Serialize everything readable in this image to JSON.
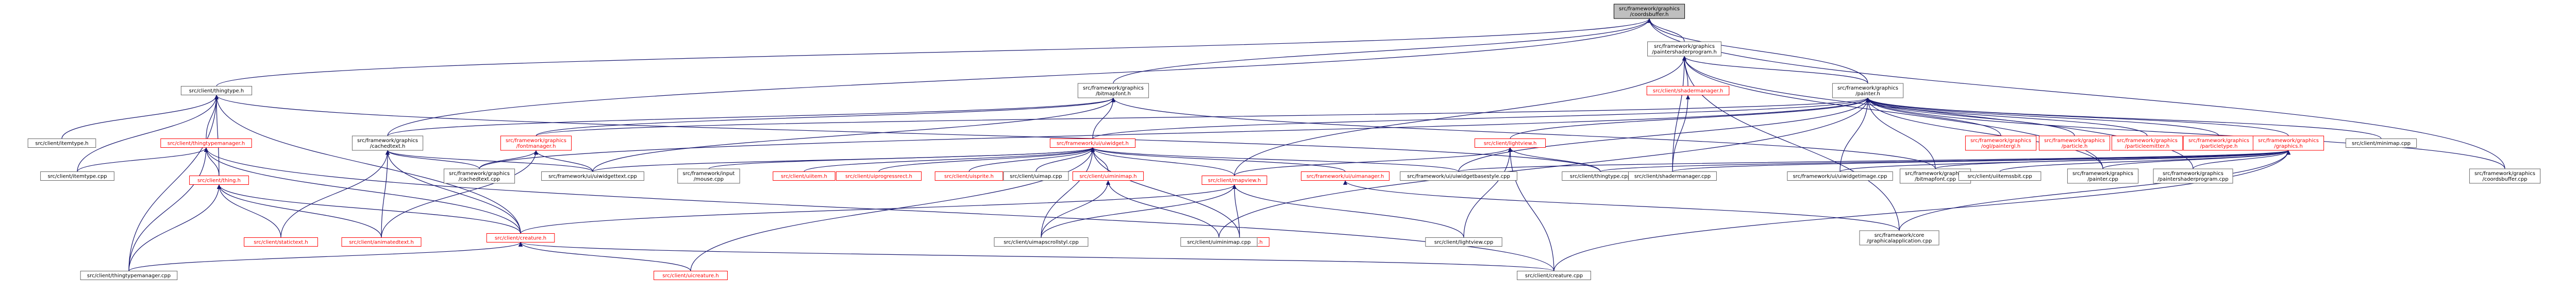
{
  "graph": {
    "root": "root",
    "nodes": [
      {
        "id": "root",
        "lines": [
          "src/framework/graphics",
          "/coordsbuffer.h"
        ],
        "red": false
      },
      {
        "id": "painterprog",
        "lines": [
          "src/framework/graphics",
          "/paintershaderprogram.h"
        ],
        "red": false
      },
      {
        "id": "thingtype_h",
        "lines": [
          "src/client/thingtype.h"
        ],
        "red": false
      },
      {
        "id": "bitmapfont_h",
        "lines": [
          "src/framework/graphics",
          "/bitmapfont.h"
        ],
        "red": false
      },
      {
        "id": "shadermanager_h",
        "lines": [
          "src/client/shadermanager.h"
        ],
        "red": true
      },
      {
        "id": "painter_h",
        "lines": [
          "src/framework/graphics",
          "/painter.h"
        ],
        "red": false
      },
      {
        "id": "cachedtext_h",
        "lines": [
          "src/framework/graphics",
          "/cachedtext.h"
        ],
        "red": false
      },
      {
        "id": "fontmanager_h",
        "lines": [
          "src/framework/graphics",
          "/fontmanager.h"
        ],
        "red": true
      },
      {
        "id": "uiwidget_h",
        "lines": [
          "src/framework/ui/uiwidget.h"
        ],
        "red": true
      },
      {
        "id": "lightview_h",
        "lines": [
          "src/client/lightview.h"
        ],
        "red": true
      },
      {
        "id": "paintergl_h",
        "lines": [
          "src/framework/graphics",
          "/ogl/paintergl.h"
        ],
        "red": true
      },
      {
        "id": "particle_h",
        "lines": [
          "src/framework/graphics",
          "/particle.h"
        ],
        "red": true
      },
      {
        "id": "particleemitter_h",
        "lines": [
          "src/framework/graphics",
          "/particleemitter.h"
        ],
        "red": true
      },
      {
        "id": "particletype_h",
        "lines": [
          "src/framework/graphics",
          "/particletype.h"
        ],
        "red": true
      },
      {
        "id": "graphics_h",
        "lines": [
          "src/framework/graphics",
          "/graphics.h"
        ],
        "red": true
      },
      {
        "id": "minimap_cpp",
        "lines": [
          "src/client/minimap.cpp"
        ],
        "red": false
      },
      {
        "id": "coordsbuffer_cpp",
        "lines": [
          "src/framework/graphics",
          "/coordsbuffer.cpp"
        ],
        "red": false
      },
      {
        "id": "itemtype_h",
        "lines": [
          "src/client/itemtype.h"
        ],
        "red": false
      },
      {
        "id": "thingtypemanager_h",
        "lines": [
          "src/client/thingtypemanager.h"
        ],
        "red": true
      },
      {
        "id": "thing_h",
        "lines": [
          "src/client/thing.h"
        ],
        "red": true
      },
      {
        "id": "itemtype_cpp",
        "lines": [
          "src/client/itemtype.cpp"
        ],
        "red": false
      },
      {
        "id": "cachedtext_cpp",
        "lines": [
          "src/framework/graphics",
          "/cachedtext.cpp"
        ],
        "red": false
      },
      {
        "id": "uiwidgettext_cpp",
        "lines": [
          "src/framework/ui/uiwidgettext.cpp"
        ],
        "red": false
      },
      {
        "id": "mouse_cpp",
        "lines": [
          "src/framework/input",
          "/mouse.cpp"
        ],
        "red": false
      },
      {
        "id": "uiitem_h",
        "lines": [
          "src/client/uiitem.h"
        ],
        "red": true
      },
      {
        "id": "uiprogressrect_h",
        "lines": [
          "src/client/uiprogressrect.h"
        ],
        "red": true
      },
      {
        "id": "uisprite_h",
        "lines": [
          "src/client/uisprite.h"
        ],
        "red": true
      },
      {
        "id": "uimapcpp",
        "lines": [
          "src/client/uimap.cpp"
        ],
        "red": false
      },
      {
        "id": "uiminimap_h",
        "lines": [
          "src/client/uiminimap.h"
        ],
        "red": true
      },
      {
        "id": "mapview_h",
        "lines": [
          "src/client/mapview.h"
        ],
        "red": true
      },
      {
        "id": "uimanager_h",
        "lines": [
          "src/framework/ui/uimanager.h"
        ],
        "red": true
      },
      {
        "id": "uiwidgetbasestyle_cpp",
        "lines": [
          "src/framework/ui/uiwidgetbasestyle.cpp"
        ],
        "red": false
      },
      {
        "id": "thingtype_cpp",
        "lines": [
          "src/client/thingtype.cpp"
        ],
        "red": false
      },
      {
        "id": "shadermanager_cpp",
        "lines": [
          "src/client/shadermanager.cpp"
        ],
        "red": false
      },
      {
        "id": "uiwidgetimage_cpp",
        "lines": [
          "src/framework/ui/uiwidgetimage.cpp"
        ],
        "red": false
      },
      {
        "id": "bitmapfont_cpp",
        "lines": [
          "src/framework/graphics",
          "/bitmapfont.cpp"
        ],
        "red": false
      },
      {
        "id": "uiitemssbit_cpp",
        "lines": [
          "src/client/uiitemssbit.cpp"
        ],
        "red": false
      },
      {
        "id": "painter_cpp",
        "lines": [
          "src/framework/graphics",
          "/painter.cpp"
        ],
        "red": false
      },
      {
        "id": "paintershaderprogram_cpp",
        "lines": [
          "src/framework/graphics",
          "/paintershaderprogram.cpp"
        ],
        "red": false
      },
      {
        "id": "statictext_h",
        "lines": [
          "src/client/statictext.h"
        ],
        "red": true
      },
      {
        "id": "animatedtext_h",
        "lines": [
          "src/client/animatedtext.h"
        ],
        "red": true
      },
      {
        "id": "creature_h",
        "lines": [
          "src/client/creature.h"
        ],
        "red": true
      },
      {
        "id": "uimap_h",
        "lines": [
          "src/client/uimap.h"
        ],
        "red": true
      },
      {
        "id": "uimapscrollstyl_cpp",
        "lines": [
          "src/client/uimapscrollstyl.cpp"
        ],
        "red": false
      },
      {
        "id": "uiminimap_cpp",
        "lines": [
          "src/client/uiminimap.cpp"
        ],
        "red": false
      },
      {
        "id": "lightview_cpp",
        "lines": [
          "src/client/lightview.cpp"
        ],
        "red": false
      },
      {
        "id": "graphicsapplication_cpp",
        "lines": [
          "src/framework/core",
          "/graphicalapplication.cpp"
        ],
        "red": false
      },
      {
        "id": "thingtypemanager_cpp",
        "lines": [
          "src/client/thingtypemanager.cpp"
        ],
        "red": false
      },
      {
        "id": "uicreature_h",
        "lines": [
          "src/client/uicreature.h"
        ],
        "red": true
      },
      {
        "id": "creature_cpp",
        "lines": [
          "src/client/creature.cpp"
        ],
        "red": false
      }
    ],
    "edges": [
      [
        "painterprog",
        "root"
      ],
      [
        "thingtype_h",
        "root"
      ],
      [
        "bitmapfont_h",
        "root"
      ],
      [
        "painter_h",
        "root"
      ],
      [
        "cachedtext_h",
        "root"
      ],
      [
        "coordsbuffer_cpp",
        "root"
      ],
      [
        "shadermanager_h",
        "painterprog"
      ],
      [
        "painter_h",
        "painterprog"
      ],
      [
        "paintershaderprogram_cpp",
        "painterprog"
      ],
      [
        "painter_cpp",
        "painterprog"
      ],
      [
        "mapview_h",
        "painterprog"
      ],
      [
        "shadermanager_cpp",
        "painterprog"
      ],
      [
        "graphicsapplication_cpp",
        "painterprog"
      ],
      [
        "cachedtext_h",
        "bitmapfont_h"
      ],
      [
        "fontmanager_h",
        "bitmapfont_h"
      ],
      [
        "uiwidget_h",
        "bitmapfont_h"
      ],
      [
        "bitmapfont_cpp",
        "bitmapfont_h"
      ],
      [
        "uiwidgettext_cpp",
        "bitmapfont_h"
      ],
      [
        "itemtype_h",
        "thingtype_h"
      ],
      [
        "thingtypemanager_h",
        "thingtype_h"
      ],
      [
        "thing_h",
        "thingtype_h"
      ],
      [
        "itemtype_cpp",
        "thingtype_h"
      ],
      [
        "thingtype_cpp",
        "thingtype_h"
      ],
      [
        "thingtypemanager_cpp",
        "thingtype_h"
      ],
      [
        "creature_h",
        "thingtype_h"
      ],
      [
        "shadermanager_cpp",
        "shadermanager_h"
      ],
      [
        "lightview_h",
        "painter_h"
      ],
      [
        "paintergl_h",
        "painter_h"
      ],
      [
        "particle_h",
        "painter_h"
      ],
      [
        "particleemitter_h",
        "painter_h"
      ],
      [
        "particletype_h",
        "painter_h"
      ],
      [
        "graphics_h",
        "painter_h"
      ],
      [
        "minimap_cpp",
        "painter_h"
      ],
      [
        "uiwidget_h",
        "painter_h"
      ],
      [
        "fontmanager_h",
        "painter_h"
      ],
      [
        "painter_cpp",
        "painter_h"
      ],
      [
        "bitmapfont_cpp",
        "painter_h"
      ],
      [
        "uiwidgetimage_cpp",
        "painter_h"
      ],
      [
        "cachedtext_cpp",
        "painter_h"
      ],
      [
        "uiminimap_cpp",
        "painter_h"
      ],
      [
        "coordsbuffer_cpp",
        "painter_h"
      ],
      [
        "uiwidgetbasestyle_cpp",
        "painter_h"
      ],
      [
        "cachedtext_cpp",
        "cachedtext_h"
      ],
      [
        "uiwidgettext_cpp",
        "cachedtext_h"
      ],
      [
        "statictext_h",
        "cachedtext_h"
      ],
      [
        "animatedtext_h",
        "cachedtext_h"
      ],
      [
        "creature_h",
        "cachedtext_h"
      ],
      [
        "cachedtext_cpp",
        "fontmanager_h"
      ],
      [
        "uiwidgettext_cpp",
        "fontmanager_h"
      ],
      [
        "animatedtext_h",
        "fontmanager_h"
      ],
      [
        "uiitem_h",
        "uiwidget_h"
      ],
      [
        "uiprogressrect_h",
        "uiwidget_h"
      ],
      [
        "uisprite_h",
        "uiwidget_h"
      ],
      [
        "uimapcpp",
        "uiwidget_h"
      ],
      [
        "uiminimap_h",
        "uiwidget_h"
      ],
      [
        "mapview_h",
        "uiwidget_h"
      ],
      [
        "uimanager_h",
        "uiwidget_h"
      ],
      [
        "uiwidgetbasestyle_cpp",
        "uiwidget_h"
      ],
      [
        "mouse_cpp",
        "uiwidget_h"
      ],
      [
        "uiwidgettext_cpp",
        "uiwidget_h"
      ],
      [
        "uimap_h",
        "uiwidget_h"
      ],
      [
        "uimapscrollstyl_cpp",
        "uiwidget_h"
      ],
      [
        "uicreature_h",
        "uiwidget_h"
      ],
      [
        "mapview_h",
        "lightview_h"
      ],
      [
        "lightview_cpp",
        "lightview_h"
      ],
      [
        "creature_cpp",
        "lightview_h"
      ],
      [
        "thingtype_cpp",
        "lightview_h"
      ],
      [
        "painter_cpp",
        "graphics_h"
      ],
      [
        "paintershaderprogram_cpp",
        "graphics_h"
      ],
      [
        "uiitemssbit_cpp",
        "graphics_h"
      ],
      [
        "bitmapfont_cpp",
        "graphics_h"
      ],
      [
        "uiwidgetimage_cpp",
        "graphics_h"
      ],
      [
        "shadermanager_cpp",
        "graphics_h"
      ],
      [
        "thingtype_cpp",
        "graphics_h"
      ],
      [
        "graphicsapplication_cpp",
        "graphics_h"
      ],
      [
        "creature_cpp",
        "graphics_h"
      ],
      [
        "uiwidgetbasestyle_cpp",
        "graphics_h"
      ],
      [
        "thing_h",
        "thingtypemanager_h"
      ],
      [
        "itemtype_cpp",
        "thingtypemanager_h"
      ],
      [
        "thingtypemanager_cpp",
        "thingtypemanager_h"
      ],
      [
        "creature_h",
        "thingtypemanager_h"
      ],
      [
        "creature_cpp",
        "thingtypemanager_h"
      ],
      [
        "statictext_h",
        "thing_h"
      ],
      [
        "animatedtext_h",
        "thing_h"
      ],
      [
        "creature_h",
        "thing_h"
      ],
      [
        "thingtypemanager_cpp",
        "thing_h"
      ],
      [
        "uiminimap_cpp",
        "uiminimap_h"
      ],
      [
        "uimapscrollstyl_cpp",
        "uiminimap_h"
      ],
      [
        "uimap_h",
        "mapview_h"
      ],
      [
        "uimapscrollstyl_cpp",
        "mapview_h"
      ],
      [
        "lightview_cpp",
        "mapview_h"
      ],
      [
        "creature_h",
        "mapview_h"
      ],
      [
        "graphicsapplication_cpp",
        "uimanager_h"
      ],
      [
        "uicreature_h",
        "creature_h"
      ],
      [
        "thingtypemanager_cpp",
        "creature_h"
      ],
      [
        "creature_cpp",
        "creature_h"
      ]
    ]
  }
}
